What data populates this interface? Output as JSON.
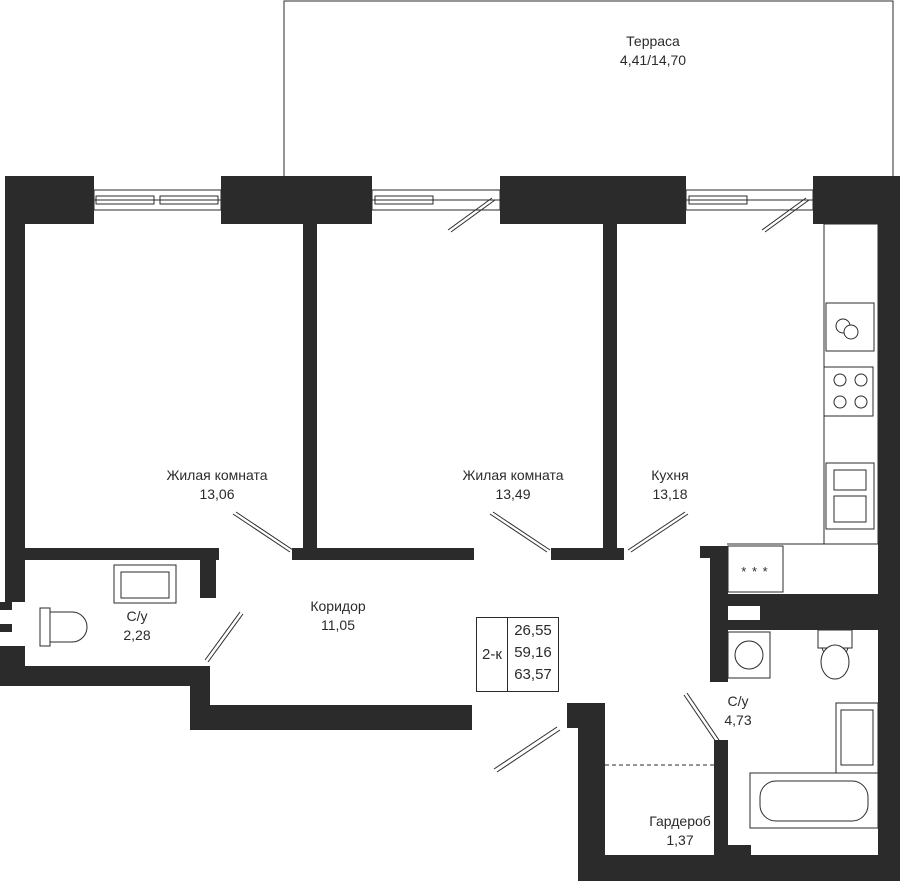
{
  "rooms": {
    "terrace": {
      "name": "Терраса",
      "area": "4,41/14,70"
    },
    "living_room_1": {
      "name": "Жилая комната",
      "area": "13,06"
    },
    "living_room_2": {
      "name": "Жилая комната",
      "area": "13,49"
    },
    "kitchen": {
      "name": "Кухня",
      "area": "13,18"
    },
    "corridor": {
      "name": "Коридор",
      "area": "11,05"
    },
    "bathroom_1": {
      "name": "С/у",
      "area": "2,28"
    },
    "bathroom_2": {
      "name": "С/у",
      "area": "4,73"
    },
    "wardrobe": {
      "name": "Гардероб",
      "area": "1,37"
    }
  },
  "apartment": {
    "type": "2-к",
    "living_area": "26,55",
    "total_area": "59,16",
    "total_area_with_terrace": "63,57"
  },
  "stove_marks": "* * *",
  "colors": {
    "wall": "#2b2b2b",
    "line": "#2b2b2b",
    "background": "#ffffff"
  }
}
